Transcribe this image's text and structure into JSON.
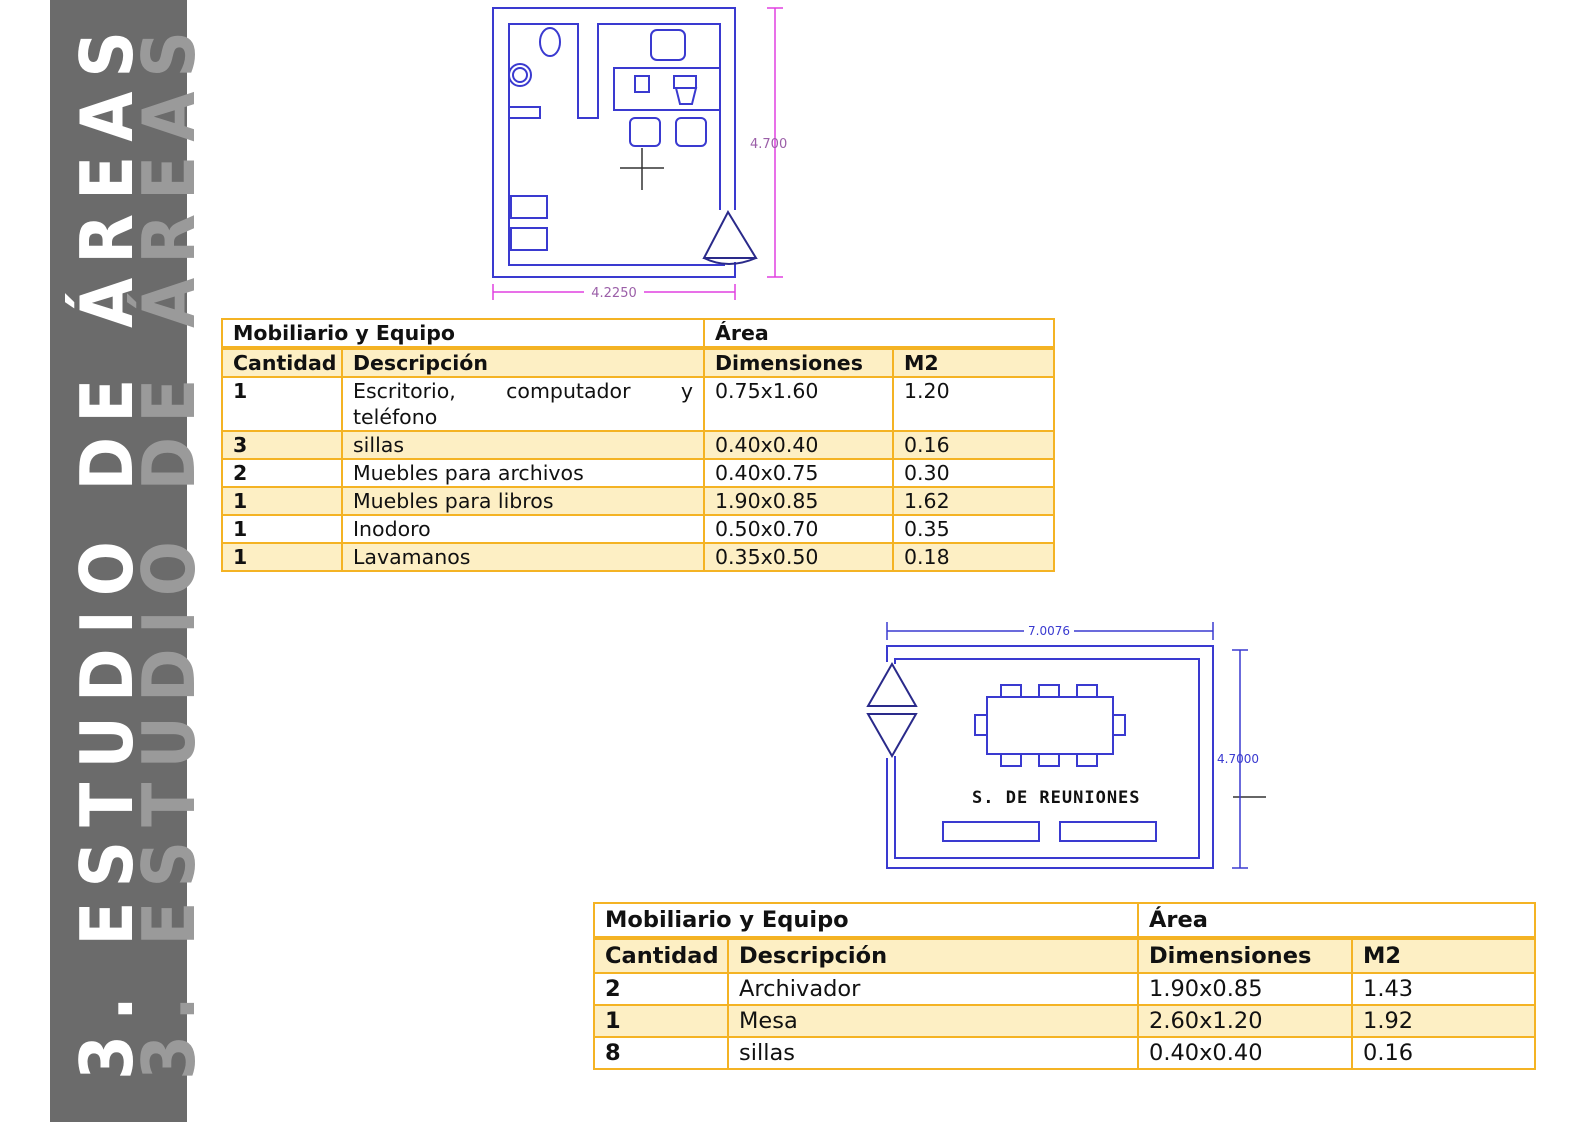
{
  "section_title": "3. ESTUDIO DE ÁREAS",
  "plan_office": {
    "dim_width": "4.2250",
    "dim_height": "4.700"
  },
  "plan_meeting": {
    "room_label": "S. DE REUNIONES",
    "dim_width": "7.0076",
    "dim_height": "4.7000"
  },
  "table_headers": {
    "group_furniture": "Mobiliario y Equipo",
    "group_area": "Área",
    "quantity": "Cantidad",
    "description": "Descripción",
    "dimensions": "Dimensiones",
    "m2": "M2"
  },
  "table_office": {
    "rows": [
      {
        "qty": "1",
        "desc": "Escritorio, computador y teléfono",
        "dims": "0.75x1.60",
        "m2": "1.20"
      },
      {
        "qty": "3",
        "desc": "sillas",
        "dims": "0.40x0.40",
        "m2": "0.16"
      },
      {
        "qty": "2",
        "desc": "Muebles para archivos",
        "dims": "0.40x0.75",
        "m2": "0.30"
      },
      {
        "qty": "1",
        "desc": "Muebles para libros",
        "dims": "1.90x0.85",
        "m2": "1.62"
      },
      {
        "qty": "1",
        "desc": "Inodoro",
        "dims": "0.50x0.70",
        "m2": "0.35"
      },
      {
        "qty": "1",
        "desc": "Lavamanos",
        "dims": "0.35x0.50",
        "m2": "0.18"
      }
    ]
  },
  "table_meeting": {
    "rows": [
      {
        "qty": "2",
        "desc": "Archivador",
        "dims": "1.90x0.85",
        "m2": "1.43"
      },
      {
        "qty": "1",
        "desc": "Mesa",
        "dims": "2.60x1.20",
        "m2": "1.92"
      },
      {
        "qty": "8",
        "desc": "sillas",
        "dims": "0.40x0.40",
        "m2": "0.16"
      }
    ]
  },
  "colors": {
    "sidebar": "#6b6b6b",
    "table_border": "#f4b324",
    "table_band": "#fdefc4",
    "plan_wall": "#3a3ad0",
    "dimension_line": "#e040e0"
  }
}
